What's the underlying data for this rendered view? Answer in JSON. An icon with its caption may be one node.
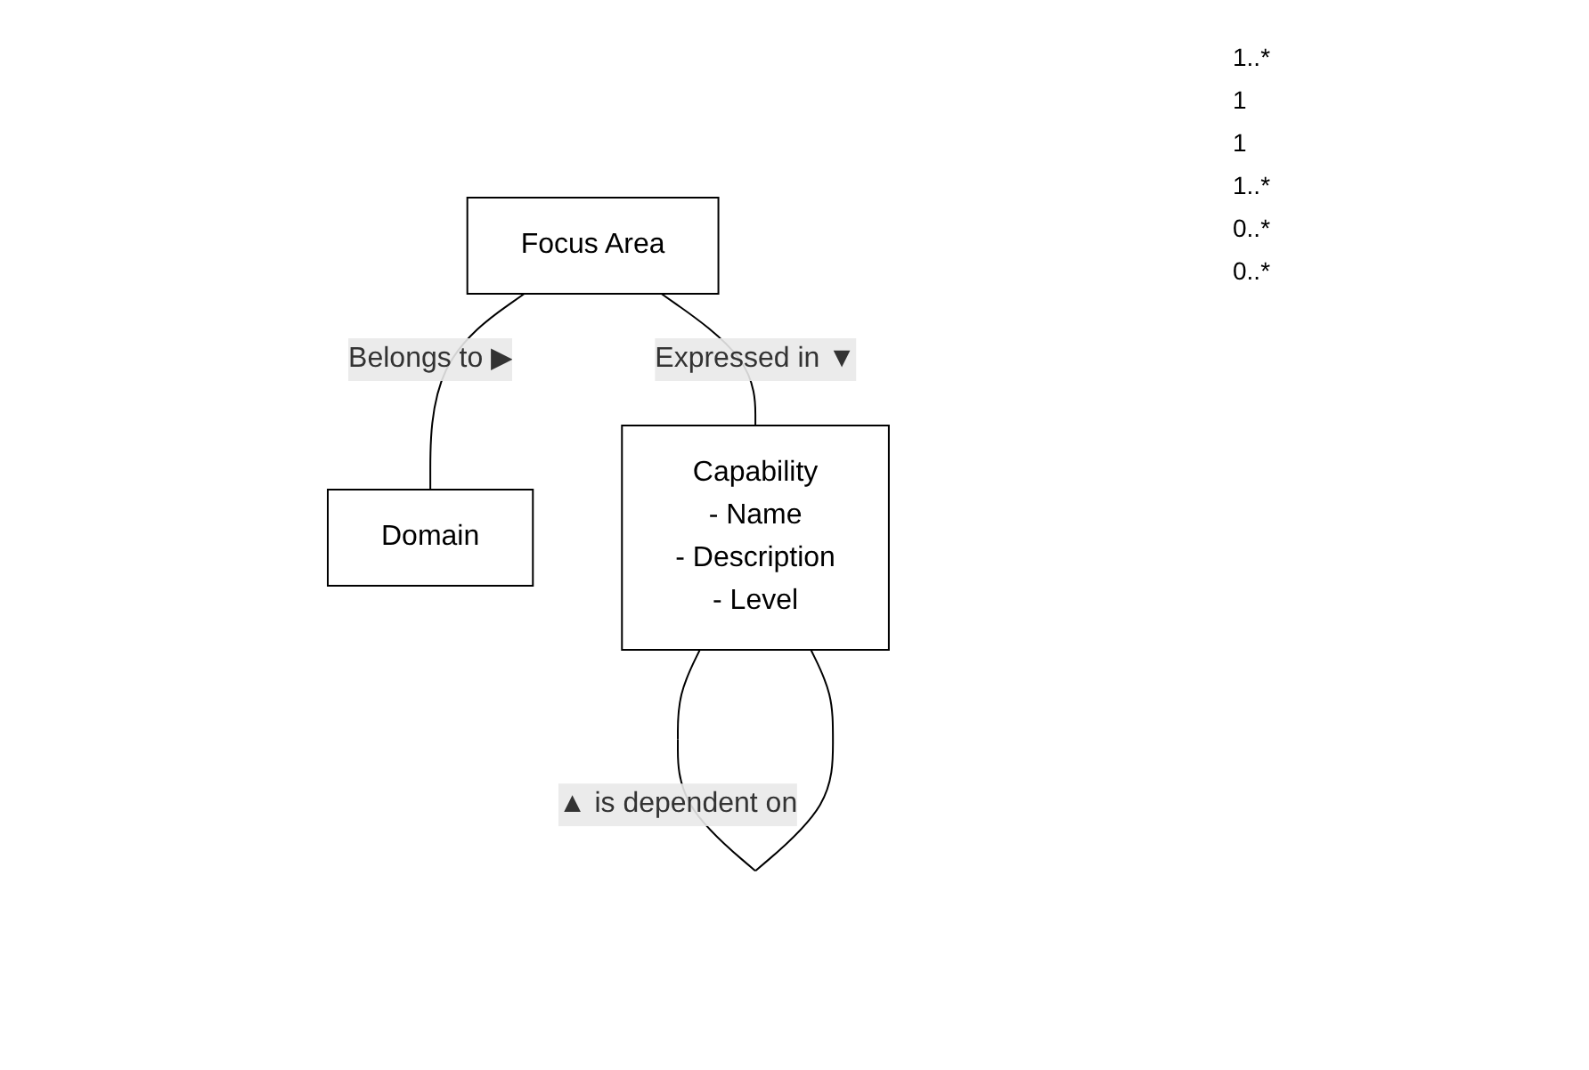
{
  "diagram": {
    "nodes": [
      {
        "text": [
          "Focus Area"
        ]
      },
      {
        "text": [
          "Domain"
        ]
      },
      {
        "text": [
          "Capability",
          "- Name",
          "- Description",
          "- Level"
        ]
      }
    ],
    "edges": [
      {
        "from": 0,
        "to": 1,
        "arrow": "none",
        "label": "Belongs to ▶"
      },
      {
        "from": 0,
        "to": 2,
        "arrow": "none",
        "label": "Expressed in ▼"
      },
      {
        "from": 2,
        "to": 2,
        "arrow": "none",
        "label": "▲ is dependent on"
      }
    ],
    "labels": [
      "1..*",
      "1",
      "1",
      "1..*",
      "0..*",
      "0..*"
    ]
  }
}
